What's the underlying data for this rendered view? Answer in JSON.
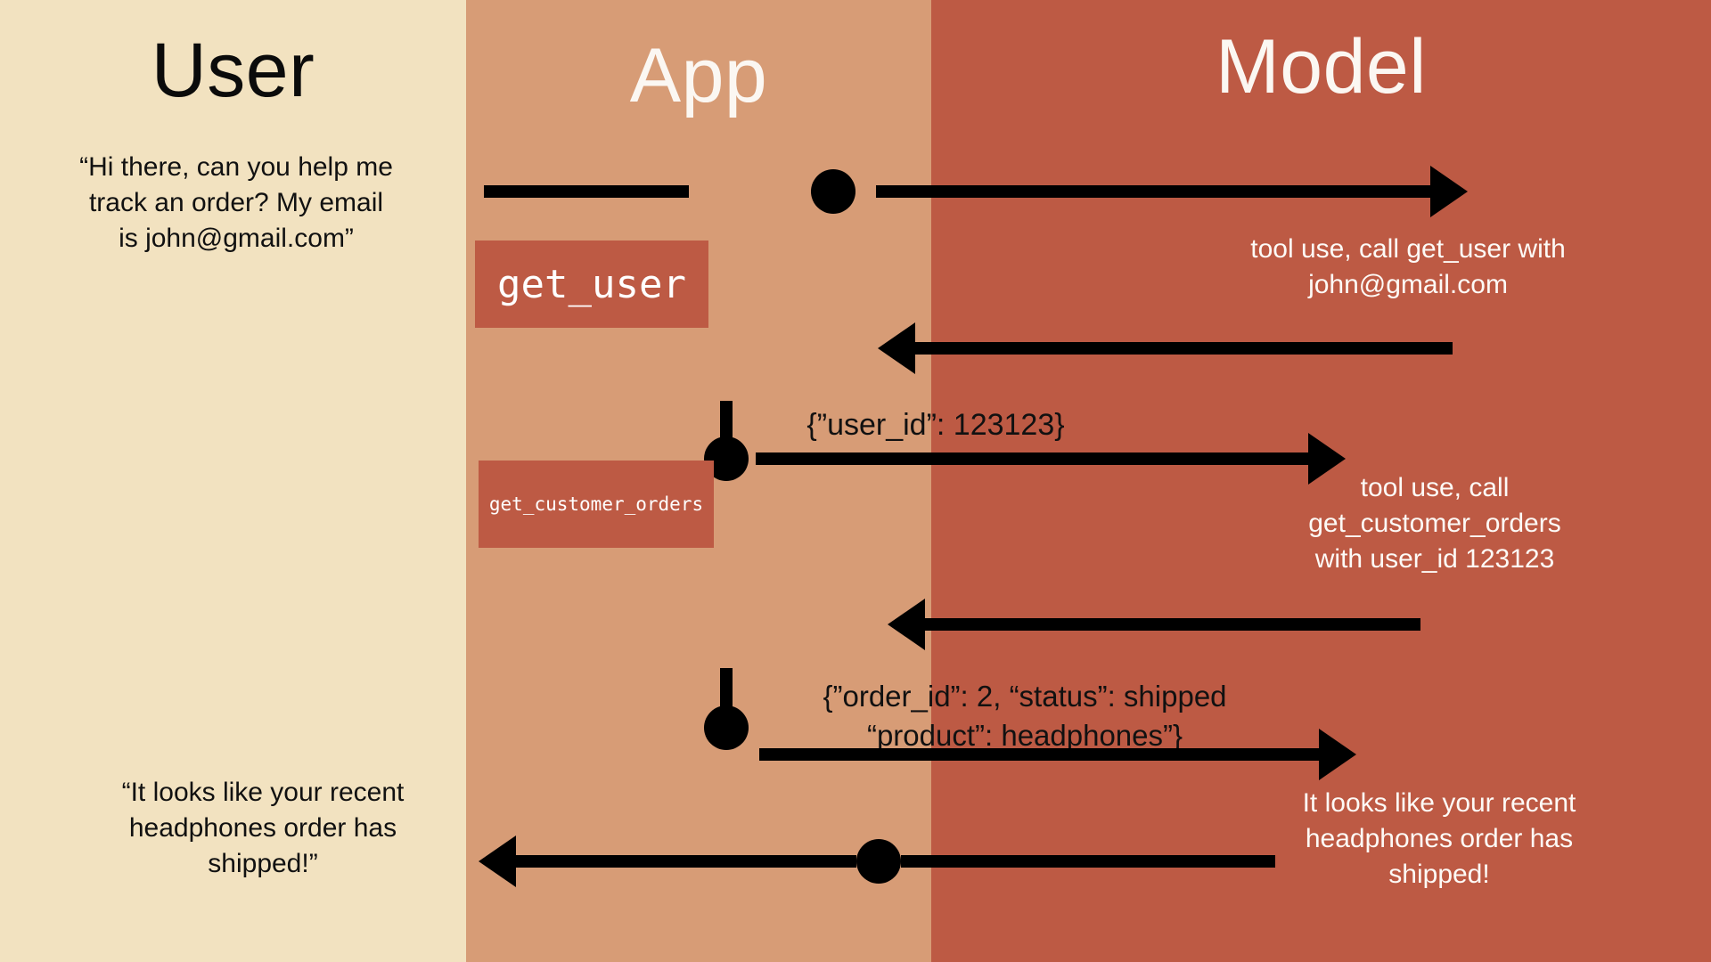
{
  "diagram": {
    "title": "User / App / Model tool-use sequence",
    "type": "sequence-diagram",
    "colors": {
      "user_column": "#F2E2C0",
      "app_column": "#D79C76",
      "model_column": "#BD5A44",
      "ink": "#000000",
      "light_text": "#FDFAF6",
      "dark_text": "#111111"
    }
  },
  "columns": {
    "user": {
      "title": "User"
    },
    "app": {
      "title": "App"
    },
    "model": {
      "title": "Model"
    }
  },
  "messages": {
    "user_request": "“Hi there, can you help me\ntrack an order? My email\nis john@gmail.com”",
    "model_tool_call_1": "tool use, call get_user with\njohn@gmail.com",
    "tool_result_1": "{”user_id”: 123123}",
    "model_tool_call_2": "tool use, call\nget_customer_orders\nwith user_id 123123",
    "tool_result_2": "{”order_id”: 2, “status”: shipped\n“product”: headphones”}",
    "model_final_answer": "It looks like your recent\nheadphones order has\nshipped!",
    "user_final_answer": "“It looks like your recent\nheadphones order has\nshipped!”"
  },
  "tool_boxes": {
    "get_user": "get_user",
    "get_customer_orders": "get_customer_orders"
  }
}
